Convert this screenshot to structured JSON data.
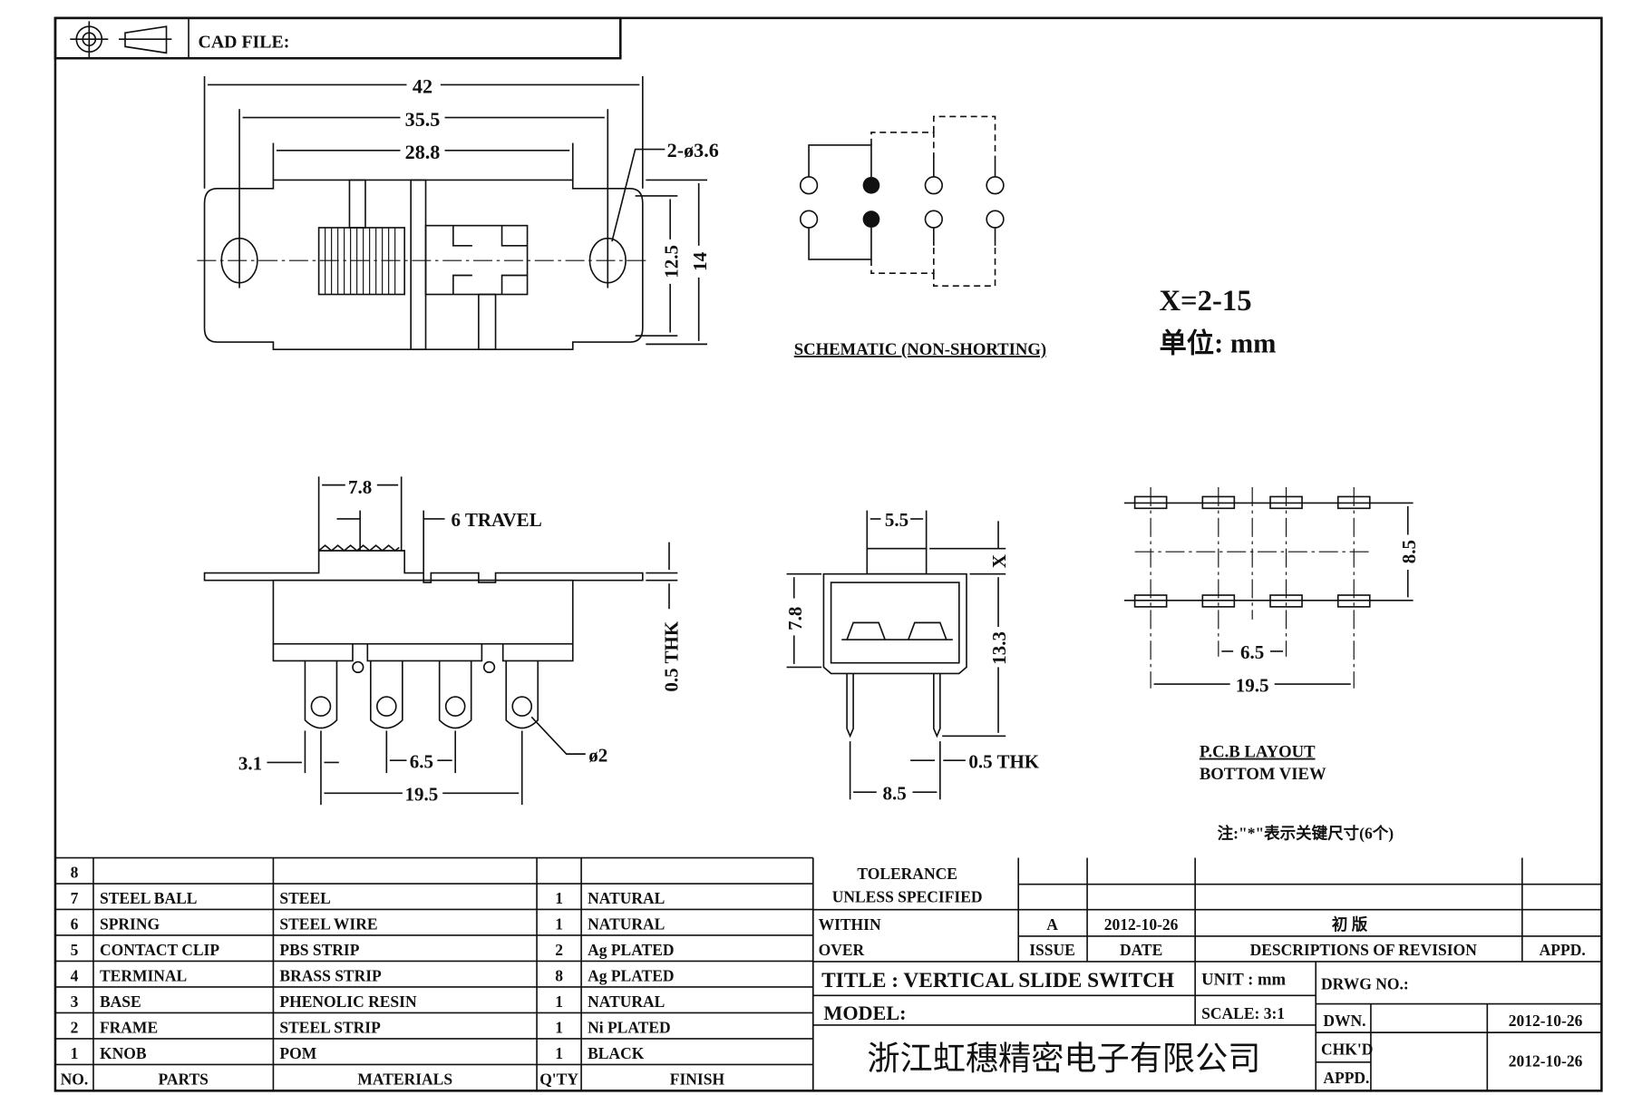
{
  "header": {
    "cad_file_label": "CAD FILE:",
    "icons": [
      "projection-target-icon",
      "third-angle-projection-icon"
    ]
  },
  "top_view": {
    "dim_overall": "42",
    "dim_holes": "35.5",
    "dim_frame": "28.8",
    "dim_hole_dia": "2-ø3.6",
    "dim_height_inner": "12.5",
    "dim_height_outer": "14"
  },
  "schematic": {
    "label": "SCHEMATIC (NON-SHORTING)"
  },
  "notes": {
    "x_range": "X=2-15",
    "unit_note": "单位: mm",
    "key_dim_note": "注:\"*\"表示关键尺寸(6个)"
  },
  "side_view": {
    "dim_knob": "7.8",
    "travel": "6 TRAVEL",
    "thk": "0.5 THK",
    "dim_edge": "3.1",
    "dim_pitch": "6.5",
    "dim_span": "19.5",
    "dim_hole": "ø2"
  },
  "front_view": {
    "dim_knob": "5.5",
    "dim_x": "X",
    "dim_body": "7.8",
    "dim_total": "13.3",
    "thk": "0.5 THK",
    "dim_width": "8.5"
  },
  "pcb": {
    "dim_row": "8.5",
    "dim_pitch": "6.5",
    "dim_span": "19.5",
    "label_1": "P.C.B LAYOUT",
    "label_2": "BOTTOM VIEW"
  },
  "bom": {
    "headers": [
      "NO.",
      "PARTS",
      "MATERIALS",
      "Q'TY",
      "FINISH"
    ],
    "rows": [
      {
        "no": "8",
        "part": "",
        "material": "",
        "qty": "",
        "finish": ""
      },
      {
        "no": "7",
        "part": "STEEL BALL",
        "material": "STEEL",
        "qty": "1",
        "finish": "NATURAL"
      },
      {
        "no": "6",
        "part": "SPRING",
        "material": "STEEL WIRE",
        "qty": "1",
        "finish": "NATURAL"
      },
      {
        "no": "5",
        "part": "CONTACT CLIP",
        "material": "PBS STRIP",
        "qty": "2",
        "finish": "Ag PLATED"
      },
      {
        "no": "4",
        "part": "TERMINAL",
        "material": "BRASS STRIP",
        "qty": "8",
        "finish": "Ag PLATED"
      },
      {
        "no": "3",
        "part": "BASE",
        "material": "PHENOLIC RESIN",
        "qty": "1",
        "finish": "NATURAL"
      },
      {
        "no": "2",
        "part": "FRAME",
        "material": "STEEL STRIP",
        "qty": "1",
        "finish": "Ni PLATED"
      },
      {
        "no": "1",
        "part": "KNOB",
        "material": "POM",
        "qty": "1",
        "finish": "BLACK"
      }
    ]
  },
  "title_block": {
    "tolerance_1": "TOLERANCE",
    "tolerance_2": "UNLESS SPECIFIED",
    "within": "WITHIN",
    "over": "OVER",
    "rev_issue": "A",
    "rev_date": "2012-10-26",
    "rev_desc": "初 版",
    "issue_label": "ISSUE",
    "date_label": "DATE",
    "desc_label": "DESCRIPTIONS OF REVISION",
    "appd_label": "APPD.",
    "title": "TITLE :  VERTICAL SLIDE SWITCH",
    "unit": "UNIT :  mm",
    "scale": "SCALE:  3:1",
    "drwg_no": "DRWG NO.:",
    "model": "MODEL:",
    "company": "浙江虹穗精密电子有限公司",
    "dwn_label": "DWN.",
    "chkd_label": "CHK'D",
    "appd2_label": "APPD.",
    "dwn_date": "2012-10-26",
    "chk_date": "2012-10-26"
  }
}
